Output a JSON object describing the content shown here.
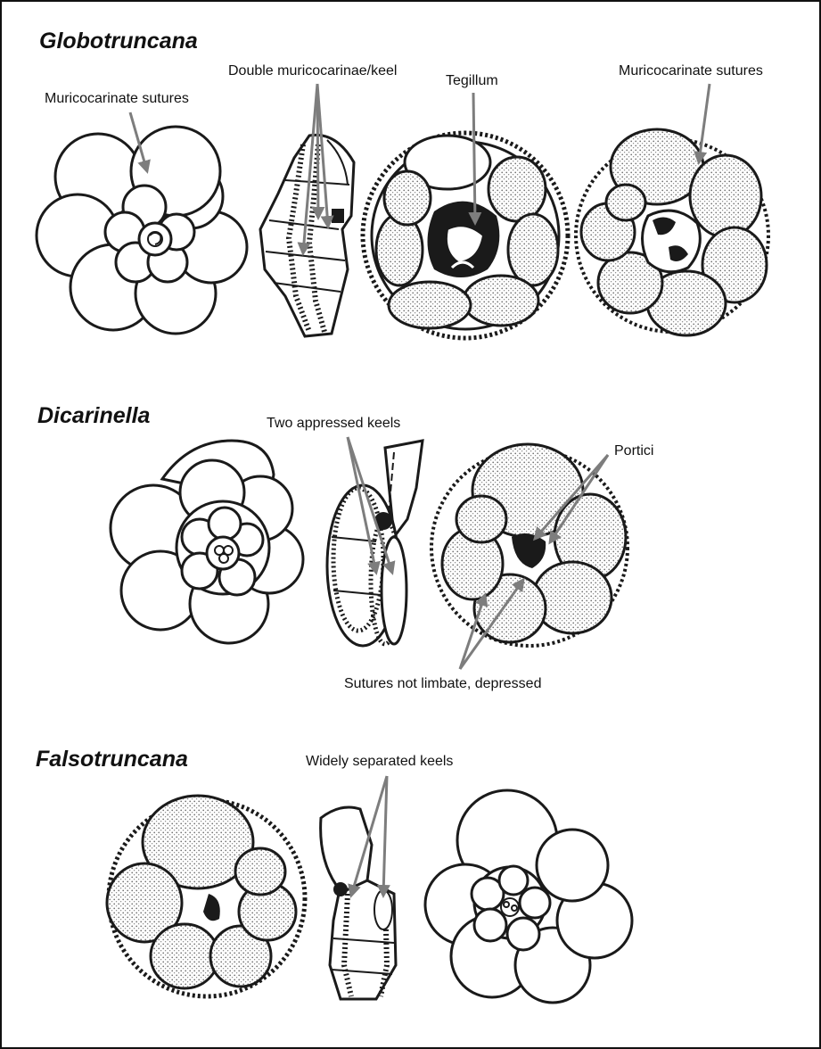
{
  "panels": [
    {
      "genus": "Globotruncana",
      "labels": [
        "Muricocarinate sutures",
        "Double muricocarinae/keel",
        "Tegillum",
        "Muricocarinate sutures"
      ]
    },
    {
      "genus": "Dicarinella",
      "labels": [
        "Two appressed keels",
        "Portici",
        "Sutures not limbate, depressed"
      ]
    },
    {
      "genus": "Falsotruncana",
      "labels": [
        "Widely separated keels"
      ]
    }
  ],
  "colors": {
    "arrow": "#7d7d7d",
    "line": "#1a1a1a",
    "stipple": "#6e6e6e",
    "frame": "#111111"
  }
}
